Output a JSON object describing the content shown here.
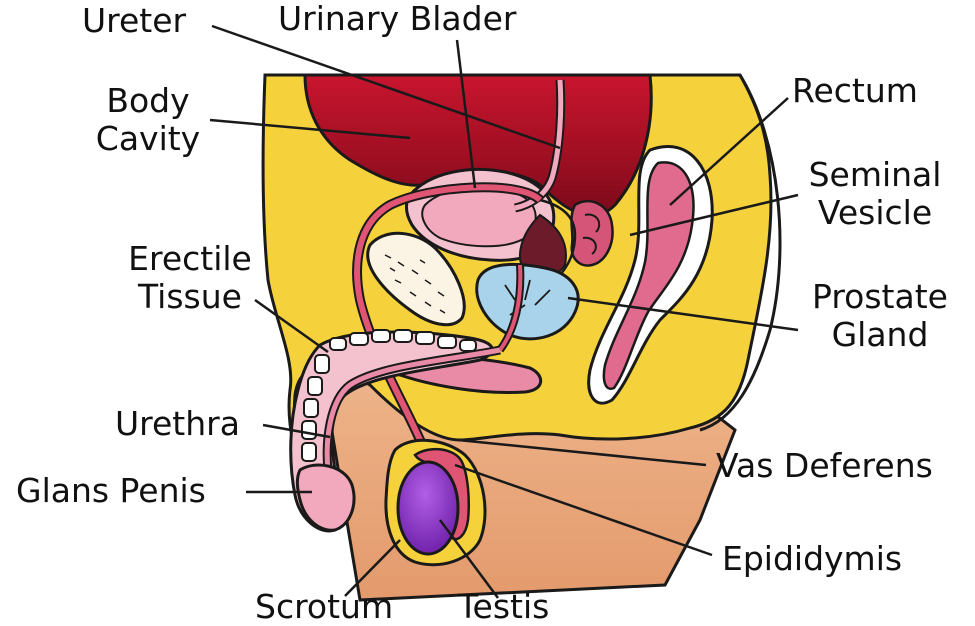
{
  "labels": {
    "ureter": "Ureter",
    "urinary_blader": "Urinary Blader",
    "body_cavity_line1": "Body",
    "body_cavity_line2": "Cavity",
    "rectum": "Rectum",
    "seminal_vesicle_line1": "Seminal",
    "seminal_vesicle_line2": "Vesicle",
    "erectile_tissue_line1": "Erectile",
    "erectile_tissue_line2": "Tissue",
    "prostate_gland_line1": "Prostate",
    "prostate_gland_line2": "Gland",
    "urethra": "Urethra",
    "vas_deferens": "Vas Deferens",
    "glans_penis": "Glans Penis",
    "epididymis": "Epididymis",
    "scrotum": "Scrotum",
    "testis": "Testis"
  },
  "colors": {
    "outline": "#1a1a1a",
    "fat_yellow": "#f5d23c",
    "skin": "#e9a77c",
    "bladder_red": "#b3122a",
    "pink": "#e98aa6",
    "light_pink": "#f4c2cf",
    "prostate_blue": "#a9d3ea",
    "testis_purple": "#8a2fc7",
    "cream": "#fbf3e4"
  }
}
